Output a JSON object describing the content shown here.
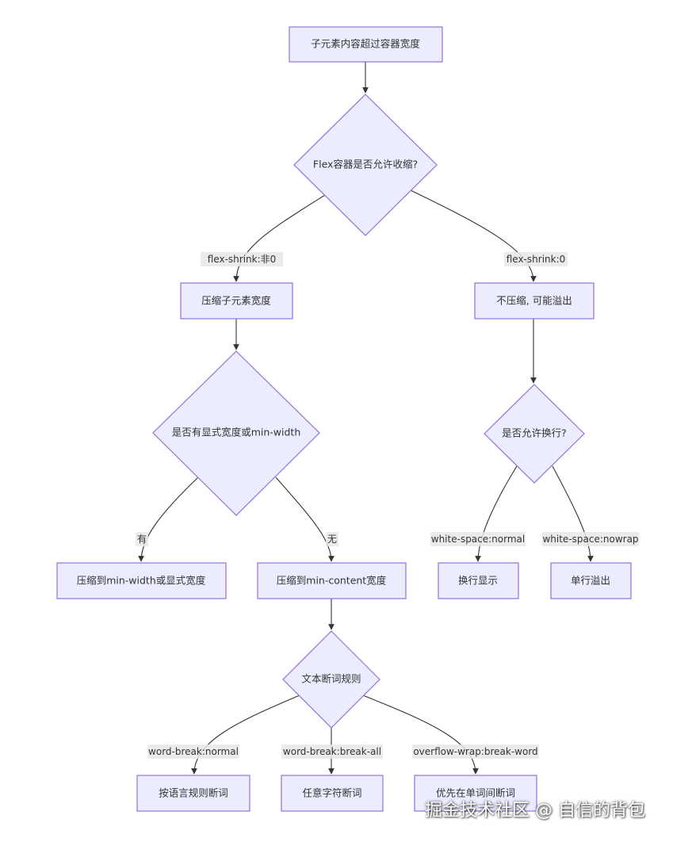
{
  "nodes": {
    "start": "子元素内容超过容器宽度",
    "allow_shrink": "Flex容器是否允许收缩?",
    "shrink_width": "压缩子元素宽度",
    "no_shrink": "不压缩, 可能溢出",
    "has_width": "是否有显式宽度或min-width",
    "allow_wrap": "是否允许换行?",
    "to_min_width": "压缩到min-width或显式宽度",
    "to_min_content": "压缩到min-content宽度",
    "wrap_display": "换行显示",
    "single_overflow": "单行溢出",
    "word_break_rule": "文本断词规则",
    "break_by_lang": "按语言规则断词",
    "break_any": "任意字符断词",
    "break_between_words": "优先在单词间断词"
  },
  "edges": {
    "shrink_nonzero": "flex-shrink:非0",
    "shrink_zero": "flex-shrink:0",
    "yes": "有",
    "no": "无",
    "ws_normal": "white-space:normal",
    "ws_nowrap": "white-space:nowrap",
    "wb_normal": "word-break:normal",
    "wb_break_all": "word-break:break-all",
    "ow_break_word": "overflow-wrap:break-word"
  },
  "watermark": "掘金技术社区 @ 自信的背包"
}
